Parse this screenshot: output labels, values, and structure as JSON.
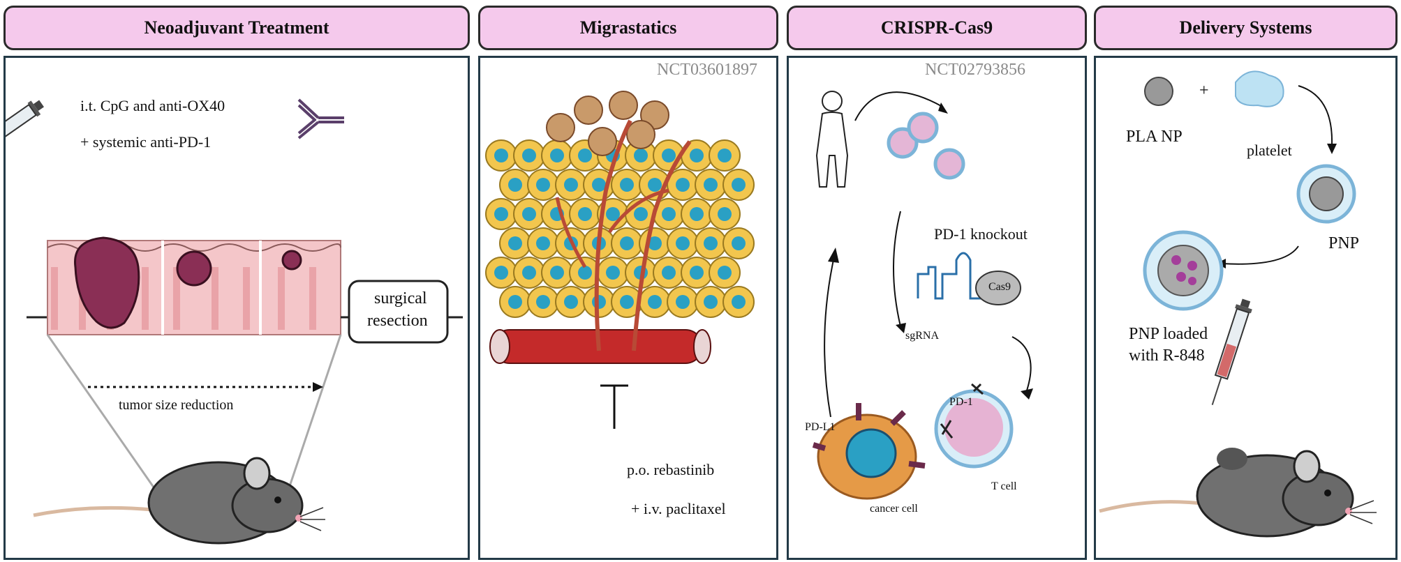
{
  "panels": [
    {
      "title": "Neoadjuvant Treatment",
      "line1": "i.t. CpG and anti-OX40",
      "line2": "+ systemic anti-PD-1",
      "box_label_1": "surgical",
      "box_label_2": "resection",
      "arrow_label": "tumor size reduction"
    },
    {
      "title": "Migrastatics",
      "trial": "NCT03601897",
      "drug1": "p.o. rebastinib",
      "drug2": "+ i.v. paclitaxel"
    },
    {
      "title": "CRISPR-Cas9",
      "trial": "NCT02793856",
      "knockout": "PD-1 knockout",
      "cas9": "Cas9",
      "sgrna": "sgRNA",
      "pd1": "PD-1",
      "pdl1": "PD-L1",
      "cancer_cell": "cancer cell",
      "t_cell": "T cell"
    },
    {
      "title": "Delivery Systems",
      "pla": "PLA NP",
      "plus": "+",
      "platelet": "platelet",
      "pnp": "PNP",
      "loaded_1": "PNP loaded",
      "loaded_2": "with R-848"
    }
  ],
  "colors": {
    "header_fill": "#f5c9ec",
    "panel_border": "#233a47",
    "tumor": "#8a2f55",
    "cell_yellow": "#f2c64e",
    "cell_nucleus": "#2aa0c4",
    "vessel": "#c42a2a",
    "mouse": "#6f6f6f"
  }
}
